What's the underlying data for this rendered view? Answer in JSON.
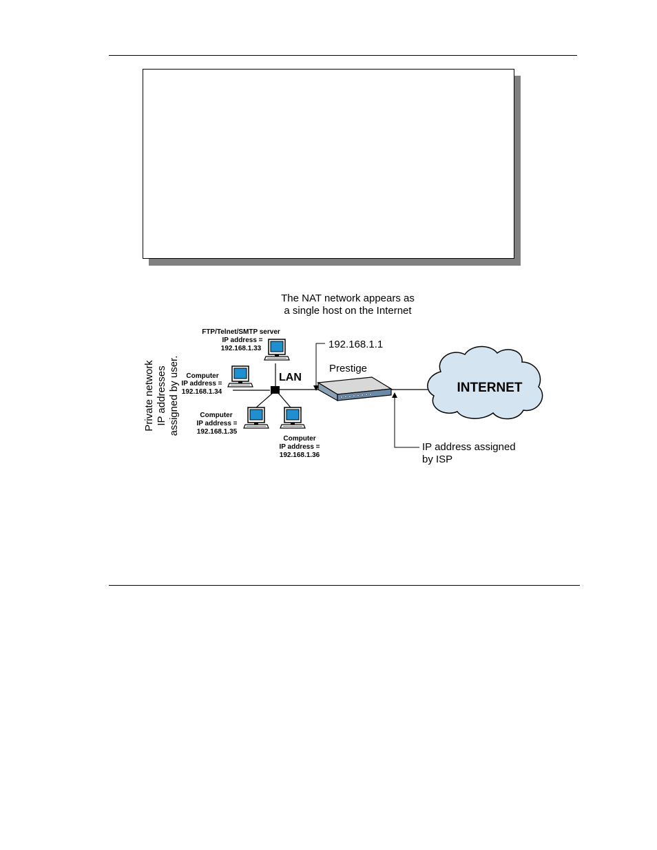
{
  "diagram": {
    "caption_line1": "The NAT network appears as",
    "caption_line2": "a single host on the Internet",
    "server_label": [
      "FTP/Telnet/SMTP  server",
      "IP address =",
      "192.168.1.33"
    ],
    "computer_34_label": [
      "Computer",
      "IP address =",
      "192.168.1.34"
    ],
    "computer_35_label": [
      "Computer",
      "IP address =",
      "192.168.1.35"
    ],
    "computer_36_label": [
      "Computer",
      "IP address =",
      "192.168.1.36"
    ],
    "lan_label": "LAN",
    "router_ip": "192.168.1.1",
    "router_label": "Prestige",
    "internet_label": "INTERNET",
    "isp_label_line1": "IP address assigned",
    "isp_label_line2": "by ISP",
    "private_line1": "Private network",
    "private_line2": "IP addresses",
    "private_line3": "assigned by user."
  },
  "colors": {
    "cloud_fill": "#d4e4f0",
    "router_body": "#6b8aa8",
    "router_top": "#d8d8d8",
    "screen_fill": "#1f8fd0",
    "box_shadow": "#808080"
  }
}
